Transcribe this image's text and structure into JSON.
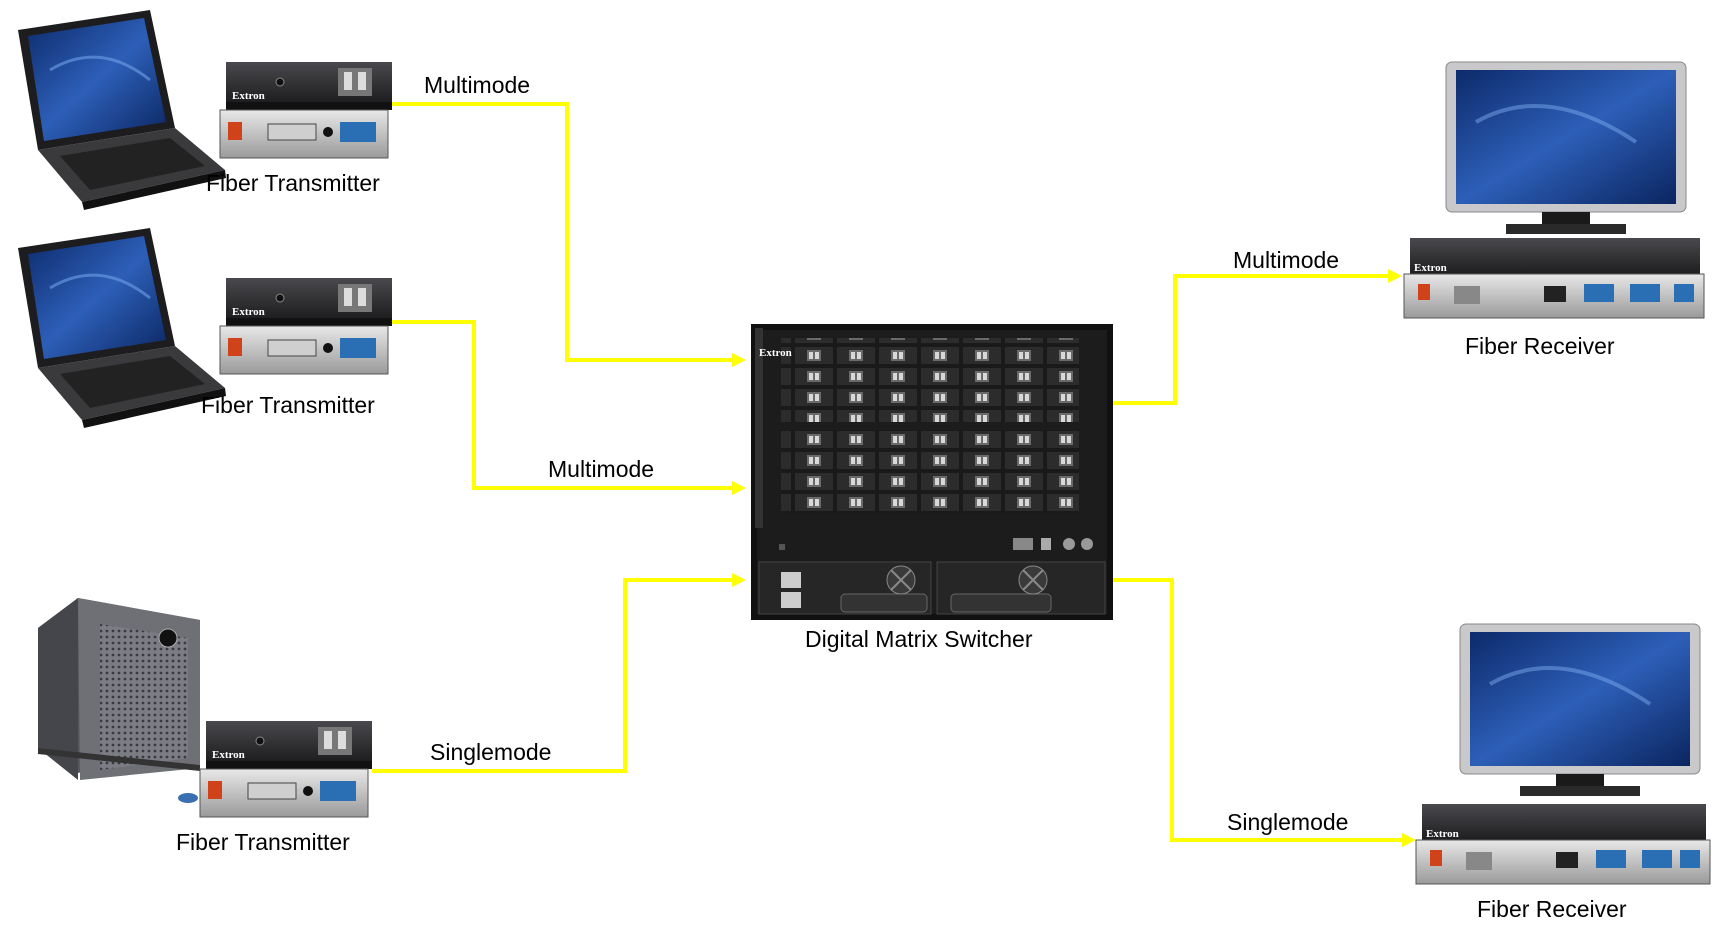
{
  "colors": {
    "cable": "#ffff00",
    "device_dark": "#2a2a2c",
    "screen": "#1c3f8c"
  },
  "devices": {
    "tx1_label": "Fiber Transmitter",
    "tx2_label": "Fiber Transmitter",
    "tx3_label": "Fiber Transmitter",
    "switcher_label": "Digital Matrix Switcher",
    "rx1_label": "Fiber Receiver",
    "rx2_label": "Fiber Receiver",
    "brand": "Extron"
  },
  "links": {
    "tx1": "Multimode",
    "tx2": "Multimode",
    "tx3": "Singlemode",
    "rx1": "Multimode",
    "rx2": "Singlemode"
  },
  "icons": [
    "laptop-icon",
    "tower-pc-icon",
    "monitor-icon",
    "fiber-transmitter-icon",
    "fiber-receiver-icon",
    "matrix-switcher-icon"
  ]
}
